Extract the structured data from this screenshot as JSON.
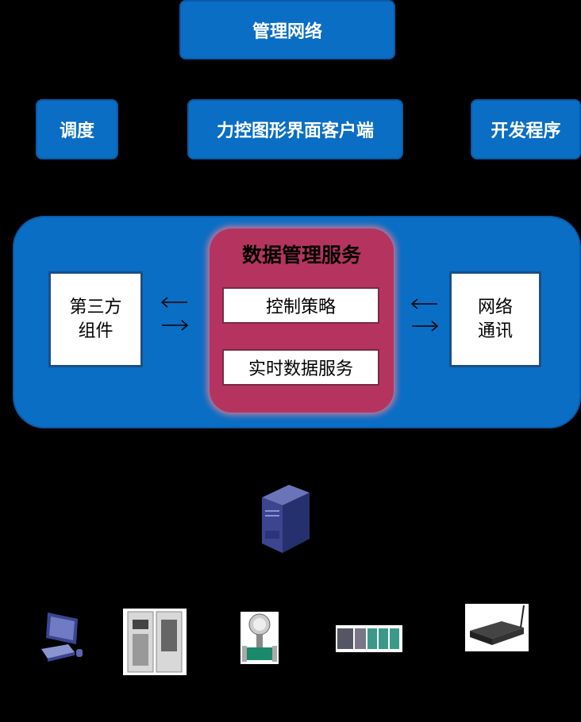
{
  "top": {
    "mgmt_network": "管理网络"
  },
  "clients": {
    "dispatch": "调度",
    "hmi_client": "力控图形界面客户端",
    "dev_program": "开发程序"
  },
  "service_panel": {
    "title": "数据管理服务",
    "control_strategy": "控制策略",
    "realtime_service": "实时数据服务",
    "third_party": "第三方组件",
    "network_comm": "网络通讯"
  },
  "icons": {
    "server": "server-icon",
    "computer": "computer-icon",
    "cabinet": "cabinet-icon",
    "flowmeter": "flowmeter-icon",
    "plc": "plc-icon",
    "gateway": "gateway-icon"
  },
  "colors": {
    "blue": "#0a6ec4",
    "magenta": "#b5345f"
  }
}
